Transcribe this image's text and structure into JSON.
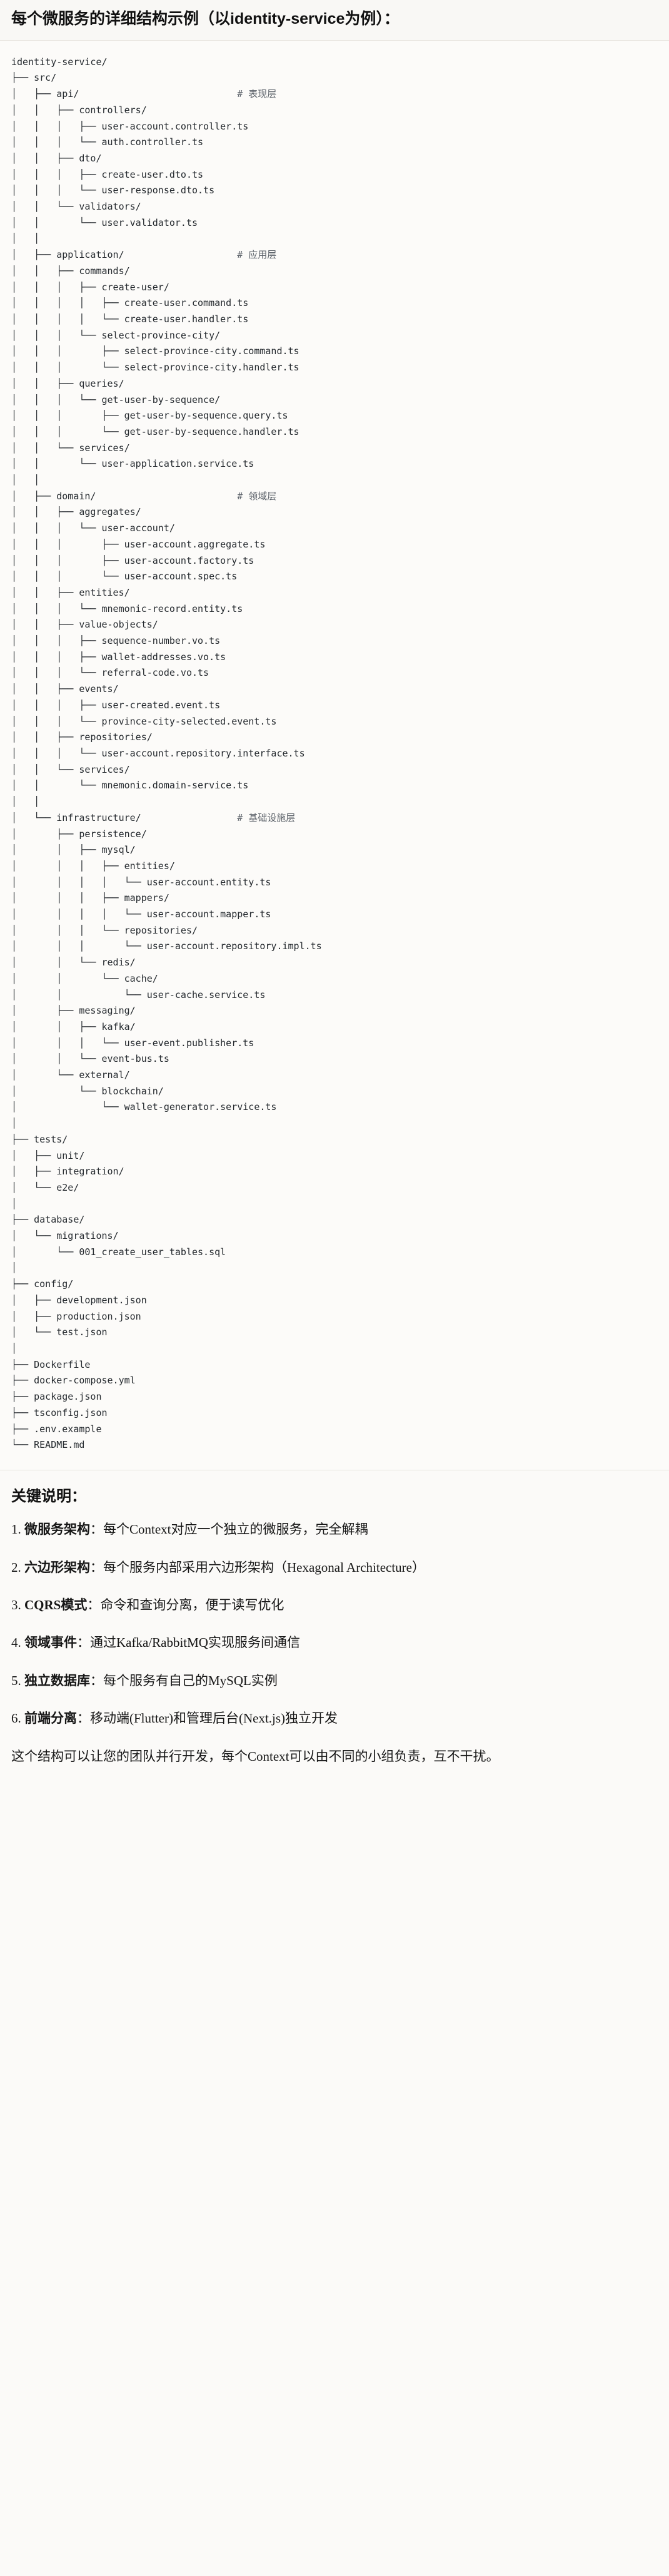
{
  "heading": "每个微服务的详细结构示例（以identity-service为例）：",
  "tree": {
    "root": "identity-service/",
    "lines": [
      {
        "prefix": "identity-service/",
        "comment": ""
      },
      {
        "prefix": "├── src/",
        "comment": ""
      },
      {
        "prefix": "│   ├── api/",
        "comment": "# 表现层"
      },
      {
        "prefix": "│   │   ├── controllers/",
        "comment": ""
      },
      {
        "prefix": "│   │   │   ├── user-account.controller.ts",
        "comment": ""
      },
      {
        "prefix": "│   │   │   └── auth.controller.ts",
        "comment": ""
      },
      {
        "prefix": "│   │   ├── dto/",
        "comment": ""
      },
      {
        "prefix": "│   │   │   ├── create-user.dto.ts",
        "comment": ""
      },
      {
        "prefix": "│   │   │   └── user-response.dto.ts",
        "comment": ""
      },
      {
        "prefix": "│   │   └── validators/",
        "comment": ""
      },
      {
        "prefix": "│   │       └── user.validator.ts",
        "comment": ""
      },
      {
        "prefix": "│   │",
        "comment": ""
      },
      {
        "prefix": "│   ├── application/",
        "comment": "# 应用层"
      },
      {
        "prefix": "│   │   ├── commands/",
        "comment": ""
      },
      {
        "prefix": "│   │   │   ├── create-user/",
        "comment": ""
      },
      {
        "prefix": "│   │   │   │   ├── create-user.command.ts",
        "comment": ""
      },
      {
        "prefix": "│   │   │   │   └── create-user.handler.ts",
        "comment": ""
      },
      {
        "prefix": "│   │   │   └── select-province-city/",
        "comment": ""
      },
      {
        "prefix": "│   │   │       ├── select-province-city.command.ts",
        "comment": ""
      },
      {
        "prefix": "│   │   │       └── select-province-city.handler.ts",
        "comment": ""
      },
      {
        "prefix": "│   │   ├── queries/",
        "comment": ""
      },
      {
        "prefix": "│   │   │   └── get-user-by-sequence/",
        "comment": ""
      },
      {
        "prefix": "│   │   │       ├── get-user-by-sequence.query.ts",
        "comment": ""
      },
      {
        "prefix": "│   │   │       └── get-user-by-sequence.handler.ts",
        "comment": ""
      },
      {
        "prefix": "│   │   └── services/",
        "comment": ""
      },
      {
        "prefix": "│   │       └── user-application.service.ts",
        "comment": ""
      },
      {
        "prefix": "│   │",
        "comment": ""
      },
      {
        "prefix": "│   ├── domain/",
        "comment": "# 领域层"
      },
      {
        "prefix": "│   │   ├── aggregates/",
        "comment": ""
      },
      {
        "prefix": "│   │   │   └── user-account/",
        "comment": ""
      },
      {
        "prefix": "│   │   │       ├── user-account.aggregate.ts",
        "comment": ""
      },
      {
        "prefix": "│   │   │       ├── user-account.factory.ts",
        "comment": ""
      },
      {
        "prefix": "│   │   │       └── user-account.spec.ts",
        "comment": ""
      },
      {
        "prefix": "│   │   ├── entities/",
        "comment": ""
      },
      {
        "prefix": "│   │   │   └── mnemonic-record.entity.ts",
        "comment": ""
      },
      {
        "prefix": "│   │   ├── value-objects/",
        "comment": ""
      },
      {
        "prefix": "│   │   │   ├── sequence-number.vo.ts",
        "comment": ""
      },
      {
        "prefix": "│   │   │   ├── wallet-addresses.vo.ts",
        "comment": ""
      },
      {
        "prefix": "│   │   │   └── referral-code.vo.ts",
        "comment": ""
      },
      {
        "prefix": "│   │   ├── events/",
        "comment": ""
      },
      {
        "prefix": "│   │   │   ├── user-created.event.ts",
        "comment": ""
      },
      {
        "prefix": "│   │   │   └── province-city-selected.event.ts",
        "comment": ""
      },
      {
        "prefix": "│   │   ├── repositories/",
        "comment": ""
      },
      {
        "prefix": "│   │   │   └── user-account.repository.interface.ts",
        "comment": ""
      },
      {
        "prefix": "│   │   └── services/",
        "comment": ""
      },
      {
        "prefix": "│   │       └── mnemonic.domain-service.ts",
        "comment": ""
      },
      {
        "prefix": "│   │",
        "comment": ""
      },
      {
        "prefix": "│   └── infrastructure/",
        "comment": "# 基础设施层"
      },
      {
        "prefix": "│       ├── persistence/",
        "comment": ""
      },
      {
        "prefix": "│       │   ├── mysql/",
        "comment": ""
      },
      {
        "prefix": "│       │   │   ├── entities/",
        "comment": ""
      },
      {
        "prefix": "│       │   │   │   └── user-account.entity.ts",
        "comment": ""
      },
      {
        "prefix": "│       │   │   ├── mappers/",
        "comment": ""
      },
      {
        "prefix": "│       │   │   │   └── user-account.mapper.ts",
        "comment": ""
      },
      {
        "prefix": "│       │   │   └── repositories/",
        "comment": ""
      },
      {
        "prefix": "│       │   │       └── user-account.repository.impl.ts",
        "comment": ""
      },
      {
        "prefix": "│       │   └── redis/",
        "comment": ""
      },
      {
        "prefix": "│       │       └── cache/",
        "comment": ""
      },
      {
        "prefix": "│       │           └── user-cache.service.ts",
        "comment": ""
      },
      {
        "prefix": "│       ├── messaging/",
        "comment": ""
      },
      {
        "prefix": "│       │   ├── kafka/",
        "comment": ""
      },
      {
        "prefix": "│       │   │   └── user-event.publisher.ts",
        "comment": ""
      },
      {
        "prefix": "│       │   └── event-bus.ts",
        "comment": ""
      },
      {
        "prefix": "│       └── external/",
        "comment": ""
      },
      {
        "prefix": "│           └── blockchain/",
        "comment": ""
      },
      {
        "prefix": "│               └── wallet-generator.service.ts",
        "comment": ""
      },
      {
        "prefix": "│",
        "comment": ""
      },
      {
        "prefix": "├── tests/",
        "comment": ""
      },
      {
        "prefix": "│   ├── unit/",
        "comment": ""
      },
      {
        "prefix": "│   ├── integration/",
        "comment": ""
      },
      {
        "prefix": "│   └── e2e/",
        "comment": ""
      },
      {
        "prefix": "│",
        "comment": ""
      },
      {
        "prefix": "├── database/",
        "comment": ""
      },
      {
        "prefix": "│   └── migrations/",
        "comment": ""
      },
      {
        "prefix": "│       └── 001_create_user_tables.sql",
        "comment": ""
      },
      {
        "prefix": "│",
        "comment": ""
      },
      {
        "prefix": "├── config/",
        "comment": ""
      },
      {
        "prefix": "│   ├── development.json",
        "comment": ""
      },
      {
        "prefix": "│   ├── production.json",
        "comment": ""
      },
      {
        "prefix": "│   └── test.json",
        "comment": ""
      },
      {
        "prefix": "│",
        "comment": ""
      },
      {
        "prefix": "├── Dockerfile",
        "comment": ""
      },
      {
        "prefix": "├── docker-compose.yml",
        "comment": ""
      },
      {
        "prefix": "├── package.json",
        "comment": ""
      },
      {
        "prefix": "├── tsconfig.json",
        "comment": ""
      },
      {
        "prefix": "├── .env.example",
        "comment": ""
      },
      {
        "prefix": "└── README.md",
        "comment": ""
      }
    ],
    "comment_column": 40
  },
  "notes": {
    "title": "关键说明：",
    "items": [
      {
        "term": "微服务架构",
        "sep": "：",
        "desc": "每个Context对应一个独立的微服务，完全解耦"
      },
      {
        "term": "六边形架构",
        "sep": "：",
        "desc": "每个服务内部采用六边形架构（Hexagonal Architecture）"
      },
      {
        "term": "CQRS模式",
        "sep": "：",
        "desc": "命令和查询分离，便于读写优化"
      },
      {
        "term": "领域事件",
        "sep": "：",
        "desc": "通过Kafka/RabbitMQ实现服务间通信"
      },
      {
        "term": "独立数据库",
        "sep": "：",
        "desc": "每个服务有自己的MySQL实例"
      },
      {
        "term": "前端分离",
        "sep": "：",
        "desc": "移动端(Flutter)和管理后台(Next.js)独立开发"
      }
    ],
    "closing": "这个结构可以让您的团队并行开发，每个Context可以由不同的小组负责，互不干扰。"
  }
}
